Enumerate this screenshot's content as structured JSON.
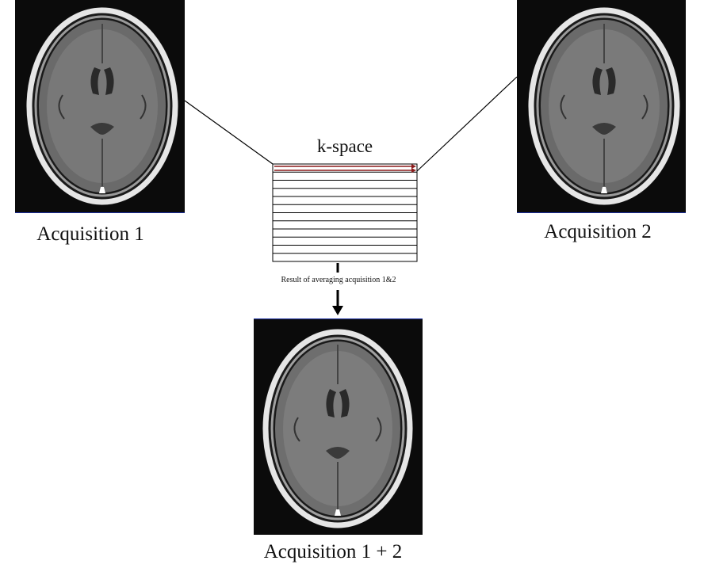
{
  "acquisition_1": {
    "caption": "Acquisition 1"
  },
  "acquisition_2": {
    "caption": "Acquisition 2"
  },
  "kspace": {
    "title": "k-space",
    "rows": 12,
    "highlighted_rows": 2,
    "highlight_color": "#8b1a1a"
  },
  "averaging": {
    "label": "Result of averaging acquisition 1&2"
  },
  "combined": {
    "caption": "Acquisition 1 + 2"
  },
  "colors": {
    "image_background": "#0b0b0b",
    "image_edge": "#1c2fa0",
    "line": "#000000"
  }
}
